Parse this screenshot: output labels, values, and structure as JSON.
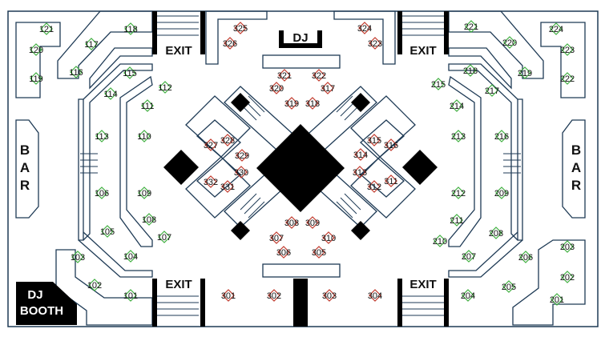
{
  "colors": {
    "floor_line": "#1e3a55",
    "green_marker": "#3fae3f",
    "red_marker": "#c0392b",
    "black": "#000000"
  },
  "labels": {
    "dj": "DJ",
    "dj_booth_line1": "DJ",
    "dj_booth_line2": "BOOTH",
    "exit": "EXIT",
    "bar": "BAR"
  },
  "tables": {
    "green": [
      "101",
      "102",
      "103",
      "104",
      "105",
      "106",
      "107",
      "108",
      "109",
      "110",
      "111",
      "112",
      "113",
      "114",
      "115",
      "116",
      "117",
      "118",
      "119",
      "120",
      "121",
      "201",
      "202",
      "203",
      "204",
      "205",
      "206",
      "207",
      "208",
      "209",
      "210",
      "211",
      "212",
      "213",
      "214",
      "215",
      "216",
      "217",
      "218",
      "219",
      "220",
      "221",
      "222",
      "223",
      "224"
    ],
    "red": [
      "301",
      "302",
      "303",
      "304",
      "305",
      "306",
      "307",
      "308",
      "309",
      "310",
      "311",
      "312",
      "313",
      "314",
      "315",
      "316",
      "317",
      "318",
      "319",
      "320",
      "321",
      "322",
      "323",
      "324",
      "325",
      "326",
      "327",
      "328",
      "329",
      "330",
      "331",
      "332"
    ]
  }
}
